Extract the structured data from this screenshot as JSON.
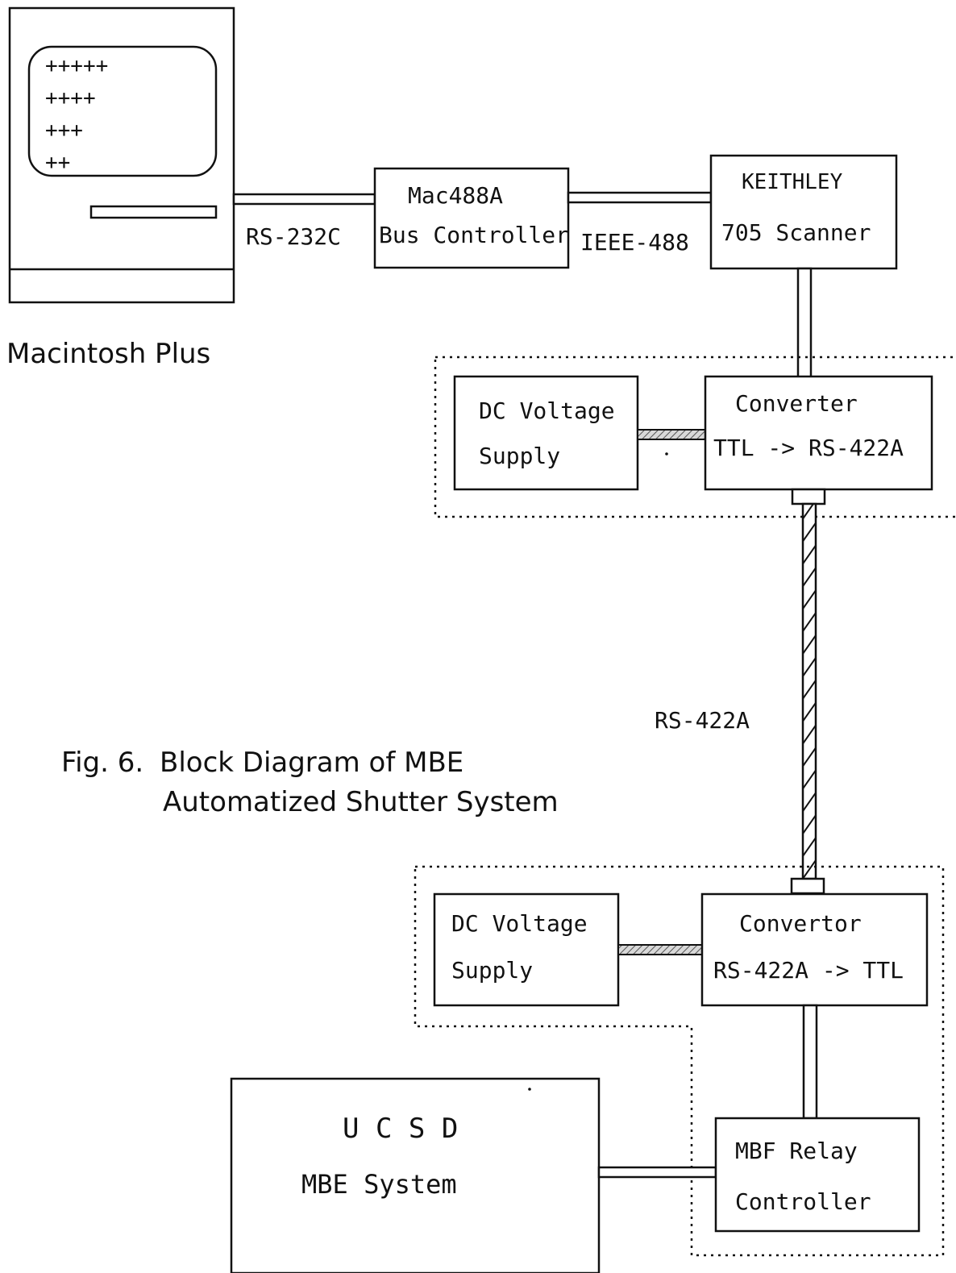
{
  "computer": {
    "screen_rows": [
      "+++++",
      "++++",
      "+++",
      "++"
    ],
    "caption": "Macintosh Plus"
  },
  "links": {
    "rs232": "RS-232C",
    "ieee488": "IEEE-488",
    "rs422": "RS-422A"
  },
  "blocks": {
    "bus_controller": {
      "line1": "Mac488A",
      "line2": "Bus Controller"
    },
    "scanner": {
      "line1": "KEITHLEY",
      "line2": "705 Scanner"
    },
    "supply_top": {
      "line1": "DC  Voltage",
      "line2": "Supply"
    },
    "converter_top": {
      "line1": "Converter",
      "line2": "TTL -> RS-422A"
    },
    "supply_bottom": {
      "line1": "DC  Voltage",
      "line2": "Supply"
    },
    "converter_bottom": {
      "line1": "Convertor",
      "line2": "RS-422A -> TTL"
    },
    "mbe_system": {
      "line1": "U C S D",
      "line2": "MBE  System"
    },
    "relay_controller": {
      "line1": "MBF Relay",
      "line2": "Controller"
    }
  },
  "figure": {
    "label": "Fig. 6.",
    "title_line1": "Block Diagram of MBE",
    "title_line2": "Automatized Shutter System"
  }
}
